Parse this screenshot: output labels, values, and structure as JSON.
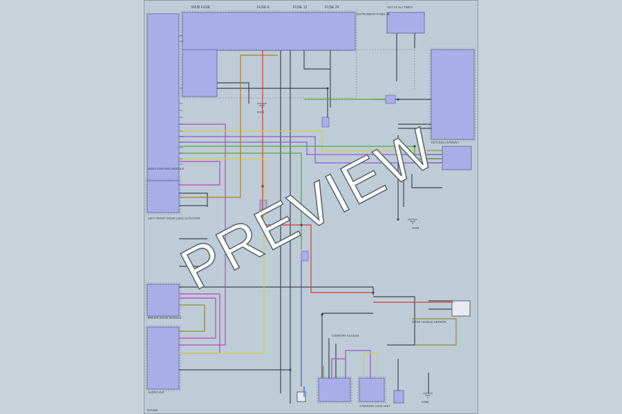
{
  "watermark": "PREVIEW",
  "sheet_id": "INT-005",
  "colors": {
    "background": "#c7d2da",
    "sheet": "#bdccd6",
    "module_fill": "#a9aee8",
    "module_stroke": "#5a5f99",
    "wire_red": "#d63a3a",
    "wire_magenta": "#c040c0",
    "wire_purple": "#9a52d6",
    "wire_yellow": "#d4d040",
    "wire_green": "#56a83a",
    "wire_olive": "#8e8a3a",
    "wire_blue": "#4058d0",
    "wire_dark": "#3c4650",
    "wire_brown": "#9a7a3a"
  },
  "labels": {
    "fuse_a": "SMJB FUSE",
    "fuse_b": "FUSE 8",
    "fuse_c": "FUSE 12",
    "fuse_d": "FUSE 24",
    "instrument_panel": "INSTRUMENT PANEL JB",
    "hot_at_all": "HOT AT ALL TIMES",
    "body_control": "BODY CONTROL MODULE",
    "left_front_door": "LEFT FRONT DOOR LOCK ACTUATOR",
    "driver_door_module": "DRIVER DOOR MODULE",
    "audio_unit": "AUDIO UNIT",
    "steering_lock": "STEERING LOCK UNIT",
    "comfort_access": "COMFORT ACCESS",
    "keyless_antenna": "KEYLESS ANTENNA",
    "door_handle": "DOOR HANDLE SENSOR",
    "ground_a": "G101",
    "ground_b": "G203",
    "ground_c": "G305"
  }
}
